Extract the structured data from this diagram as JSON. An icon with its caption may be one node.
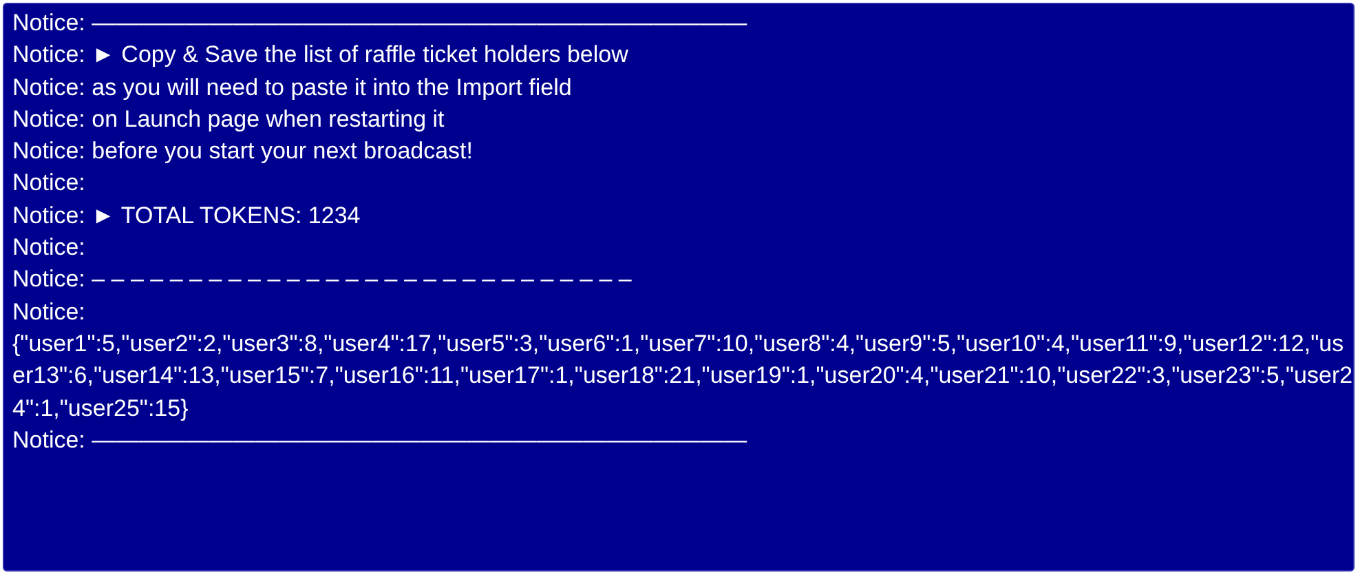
{
  "diagram": {
    "labels": [
      "Notice: ————————————————————————————",
      "Notice: ► Copy & Save the list of raffle ticket holders below",
      "Notice: as you will need to paste it into the Import field",
      "Notice: on Launch page when restarting it",
      "Notice: before you start your next broadcast!",
      "Notice:",
      "Notice: ► TOTAL TOKENS: 1234",
      "Notice:",
      "Notice: – – – – – – – – – – – – – – – – – – – – – – – – – – – –",
      "Notice: {\"user1\":5,\"user2\":2,\"user3\":8,\"user4\":17,\"user5\":3,\"user6\":1,\"user7\":10,\"user8\":4,\"user9\":5,\"user10\":4,\"user11\":9,\"user12\":12,\"user13\":6,\"user14\":13,\"user15\":7,\"user16\":11,\"user17\":1,\"user18\":21,\"user19\":1,\"user20\":4,\"user21\":10,\"user22\":3,\"user23\":5,\"user24\":1,\"user25\":15}",
      "Notice: ————————————————————————————"
    ]
  }
}
